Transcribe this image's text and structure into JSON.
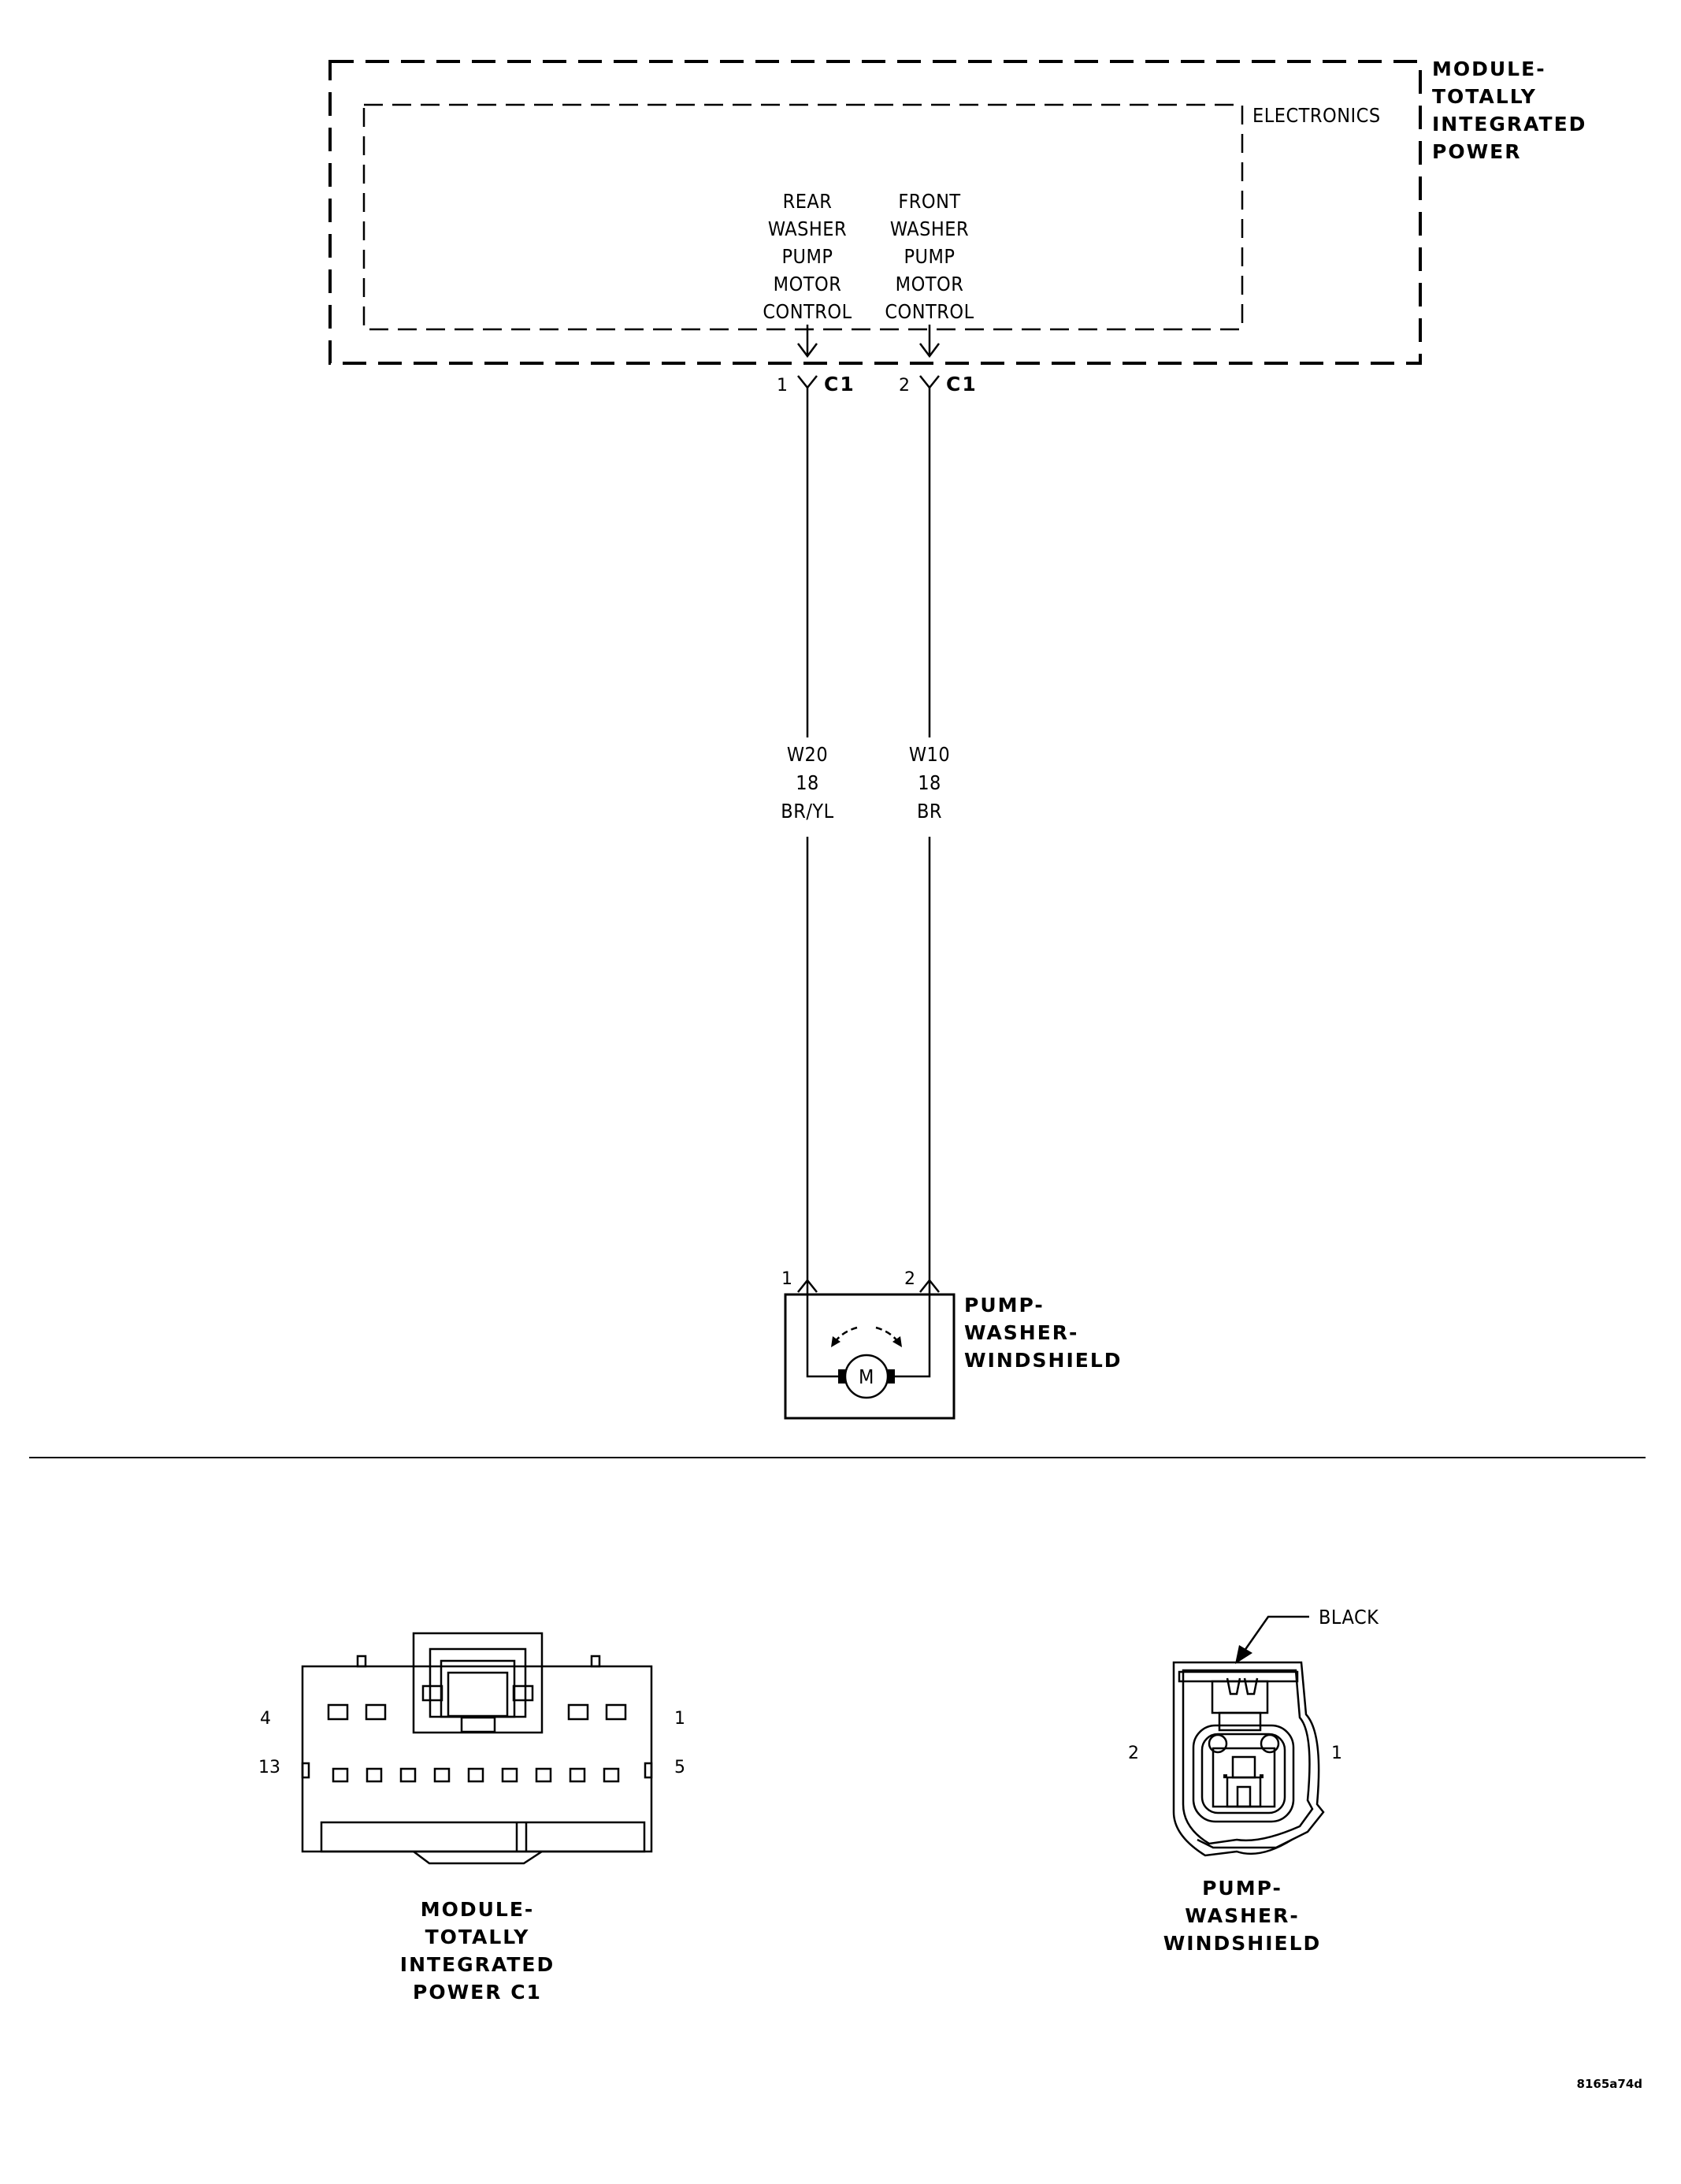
{
  "module": {
    "name_lines": [
      "MODULE-",
      "TOTALLY",
      "INTEGRATED",
      "POWER"
    ],
    "electronics_label": "ELECTRONICS"
  },
  "signals": [
    {
      "lines": [
        "REAR",
        "WASHER",
        "PUMP",
        "MOTOR",
        "CONTROL"
      ],
      "pin": "1",
      "connector": "C1",
      "wire": {
        "circuit": "W20",
        "gauge": "18",
        "color": "BR/YL"
      },
      "device_pin": "1"
    },
    {
      "lines": [
        "FRONT",
        "WASHER",
        "PUMP",
        "MOTOR",
        "CONTROL"
      ],
      "pin": "2",
      "connector": "C1",
      "wire": {
        "circuit": "W10",
        "gauge": "18",
        "color": "BR"
      },
      "device_pin": "2"
    }
  ],
  "pump": {
    "name_lines": [
      "PUMP-",
      "WASHER-",
      "WINDSHIELD"
    ],
    "motor_symbol": "M"
  },
  "connector_views": {
    "module_c1": {
      "title_lines": [
        "MODULE-",
        "TOTALLY",
        "INTEGRATED",
        "POWER C1"
      ],
      "pin_labels": {
        "top_left": "4",
        "top_right": "1",
        "bottom_left": "13",
        "bottom_right": "5"
      }
    },
    "pump_connector": {
      "title_lines": [
        "PUMP-",
        "WASHER-",
        "WINDSHIELD"
      ],
      "color_callout": "BLACK",
      "pin_labels": {
        "left": "2",
        "right": "1"
      }
    }
  },
  "figure_code": "8165a74d"
}
